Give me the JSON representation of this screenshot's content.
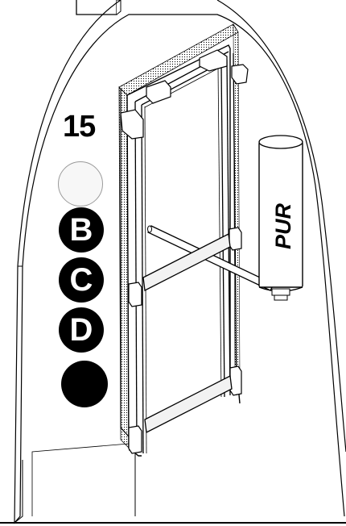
{
  "step": {
    "number": "15"
  },
  "callouts": [
    {
      "label": "",
      "style": "empty"
    },
    {
      "label": "B",
      "style": "filled"
    },
    {
      "label": "C",
      "style": "filled"
    },
    {
      "label": "D",
      "style": "filled"
    },
    {
      "label": "",
      "style": "filled"
    }
  ],
  "foam_can": {
    "label": "PUR"
  },
  "colors": {
    "line": "#000000",
    "background": "#ffffff",
    "frame_fill": "#f2f2f2",
    "callout_empty_fill": "#f7f7f7"
  },
  "icons": [
    "foam-spray-can-icon",
    "door-frame-illustration"
  ]
}
